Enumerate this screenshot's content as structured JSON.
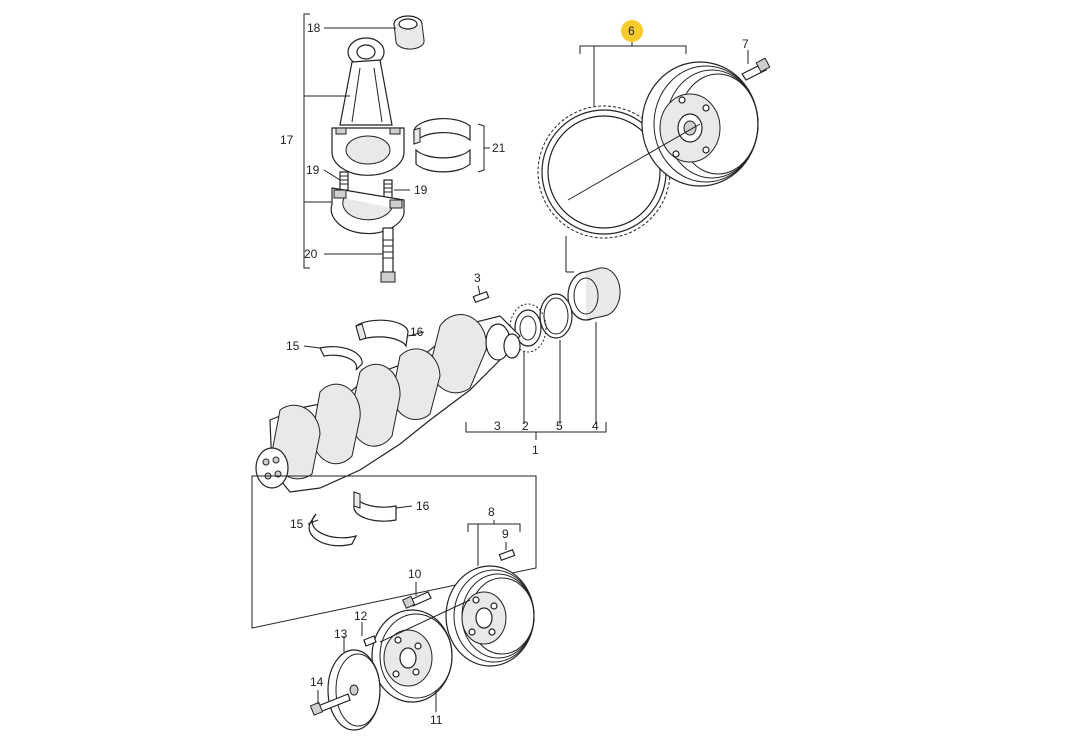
{
  "highlight_color": "#f5cc2a",
  "highlighted_callout": "6",
  "callouts": {
    "c1": "1",
    "c2": "2",
    "c3a": "3",
    "c3b": "3",
    "c4": "4",
    "c5": "5",
    "c6": "6",
    "c7": "7",
    "c8": "8",
    "c9": "9",
    "c10": "10",
    "c11": "11",
    "c12": "12",
    "c13": "13",
    "c14": "14",
    "c15a": "15",
    "c15b": "15",
    "c16a": "16",
    "c16b": "16",
    "c17": "17",
    "c18": "18",
    "c19a": "19",
    "c19b": "19",
    "c20": "20",
    "c21": "21"
  }
}
